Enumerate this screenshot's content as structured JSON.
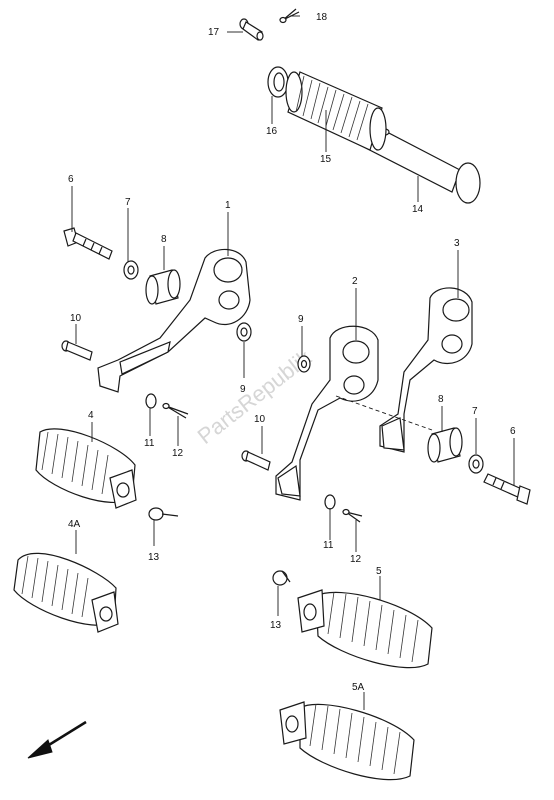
{
  "watermark": "PartsRepublik",
  "callouts": {
    "c1": "1",
    "c2": "2",
    "c3": "3",
    "c4": "4",
    "c4a": "4A",
    "c5": "5",
    "c5a": "5A",
    "c6a": "6",
    "c6b": "6",
    "c7a": "7",
    "c7b": "7",
    "c8a": "8",
    "c8b": "8",
    "c9a": "9",
    "c9b": "9",
    "c10a": "10",
    "c10b": "10",
    "c11a": "11",
    "c11b": "11",
    "c12a": "12",
    "c12b": "12",
    "c13a": "13",
    "c13b": "13",
    "c14": "14",
    "c15": "15",
    "c16": "16",
    "c17": "17",
    "c18": "18"
  },
  "colors": {
    "line": "#1a1a1a",
    "watermark": "#d6d6d6",
    "background": "#ffffff"
  },
  "icons": {
    "direction_arrow": "front-direction-arrow-icon"
  }
}
